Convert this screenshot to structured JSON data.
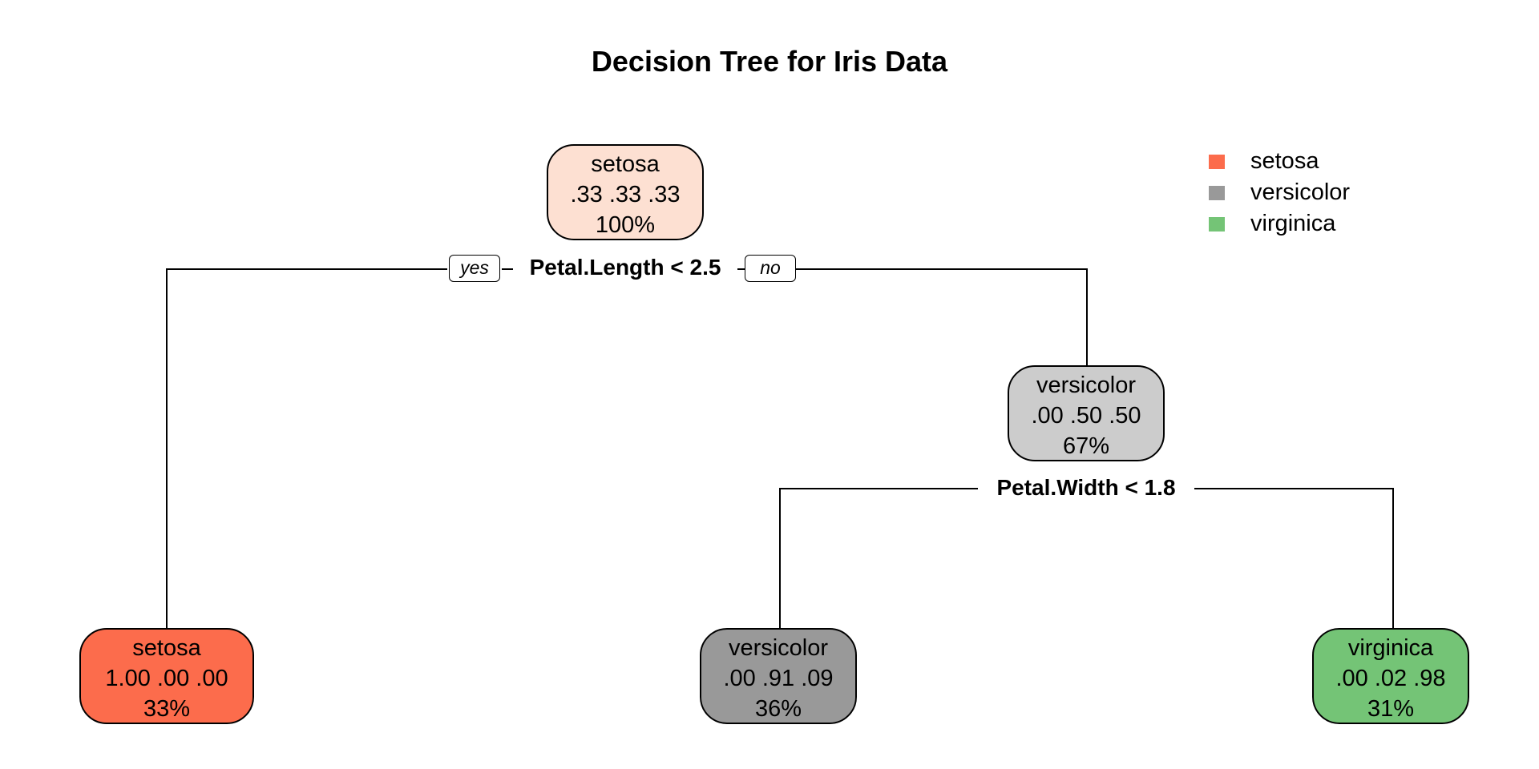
{
  "title": "Decision Tree for Iris Data",
  "legend": [
    {
      "label": "setosa",
      "color": "#FC6C4C"
    },
    {
      "label": "versicolor",
      "color": "#999999"
    },
    {
      "label": "virginica",
      "color": "#74C476"
    }
  ],
  "nodes": {
    "root": {
      "class": "setosa",
      "probs": ".33  .33  .33",
      "percent": "100%",
      "fill": "#FDE0D2"
    },
    "right": {
      "class": "versicolor",
      "probs": ".00  .50  .50",
      "percent": "67%",
      "fill": "#CCCCCC"
    },
    "leaf_setosa": {
      "class": "setosa",
      "probs": "1.00  .00  .00",
      "percent": "33%",
      "fill": "#FC6C4C"
    },
    "leaf_versicolor": {
      "class": "versicolor",
      "probs": ".00  .91  .09",
      "percent": "36%",
      "fill": "#999999"
    },
    "leaf_virginica": {
      "class": "virginica",
      "probs": ".00  .02  .98",
      "percent": "31%",
      "fill": "#74C476"
    }
  },
  "splits": {
    "root": "Petal.Length < 2.5",
    "right": "Petal.Width < 1.8"
  },
  "edge_labels": {
    "yes": "yes",
    "no": "no"
  }
}
